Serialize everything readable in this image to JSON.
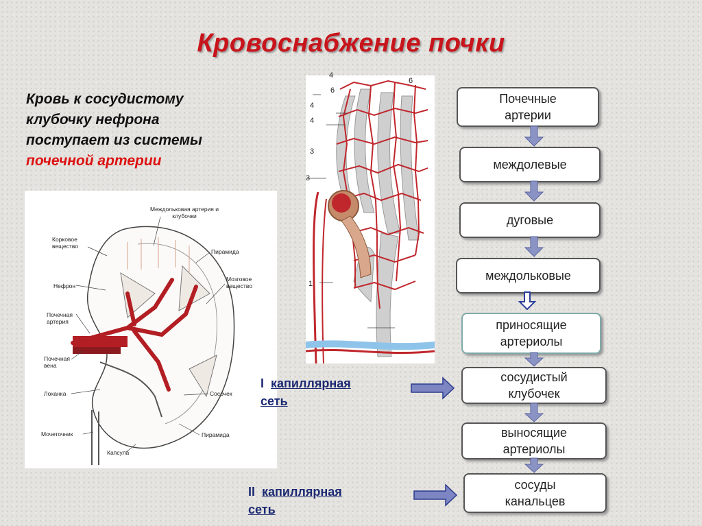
{
  "title": "Кровоснабжение почки",
  "intro": {
    "line1": "Кровь к сосудистому",
    "line2": "клубочку нефрона",
    "line3": "поступает из системы",
    "highlight": "почечной артерии"
  },
  "kidney_labels": {
    "interlobular": "Междольковая артерия и клубочки",
    "cortex": "Корковое вещество",
    "pyramid_top": "Пирамида",
    "medulla": "Мозговое вещество",
    "nephron": "Нефрон",
    "renal_artery": "Почечная артерия",
    "renal_vein": "Почечная вена",
    "pelvis": "Лоханка",
    "papilla": "Сосочек",
    "ureter": "Мочеточник",
    "pyramid_bottom": "Пирамида",
    "capsule": "Капсула"
  },
  "nephron_labels": [
    "4",
    "6",
    "4",
    "4",
    "3",
    "3",
    "1",
    "6"
  ],
  "flow": [
    {
      "text": "Почечные артерии"
    },
    {
      "text": "междолевые"
    },
    {
      "text": "дуговые"
    },
    {
      "text": "междольковые"
    },
    {
      "text": "приносящие артериолы"
    },
    {
      "text": "сосудистый клубочек"
    },
    {
      "text": "выносящие артериолы"
    },
    {
      "text": "сосуды канальцев"
    }
  ],
  "capillary1": {
    "roman": "I",
    "word1": "капиллярная",
    "word2": "сеть"
  },
  "capillary2": {
    "roman": "II",
    "word1": "капиллярная",
    "word2": "сеть"
  },
  "colors": {
    "title": "#c8141b",
    "caption": "#1d2a73",
    "arrow": "#8a93c4",
    "artery": "#c0272d"
  }
}
